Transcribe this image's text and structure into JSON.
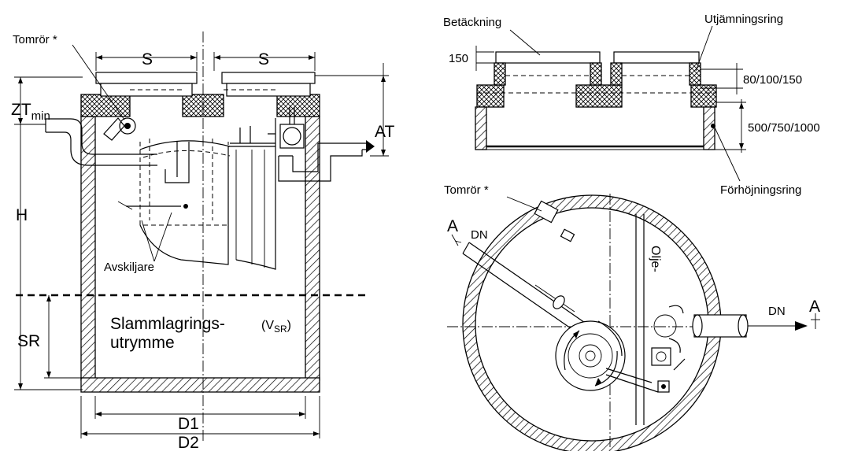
{
  "labels": {
    "tomror_left": "Tomrör *",
    "s_left": "S",
    "s_right": "S",
    "zt": "ZT",
    "zt_sub": "min",
    "at": "AT",
    "h": "H",
    "sr": "SR",
    "avskiljare": "Avskiljare",
    "slam_line1": "Slammlagrings-",
    "slam_line2": "utrymme",
    "vsr": "(V",
    "vsr_sub": "SR",
    "vsr_close": ")",
    "d1": "D1",
    "d2": "D2",
    "betackning": "Betäckning",
    "utjamningsring": "Utjämningsring",
    "dim_150": "150",
    "dim_80": "80/100/150",
    "dim_500": "500/750/1000",
    "forhojningsring": "Förhöjningsring",
    "tomror_right": "Tomrör *",
    "a_left": "A",
    "dn_left": "DN",
    "olje": "Olje-",
    "dn_right": "DN",
    "a_right": "A"
  }
}
